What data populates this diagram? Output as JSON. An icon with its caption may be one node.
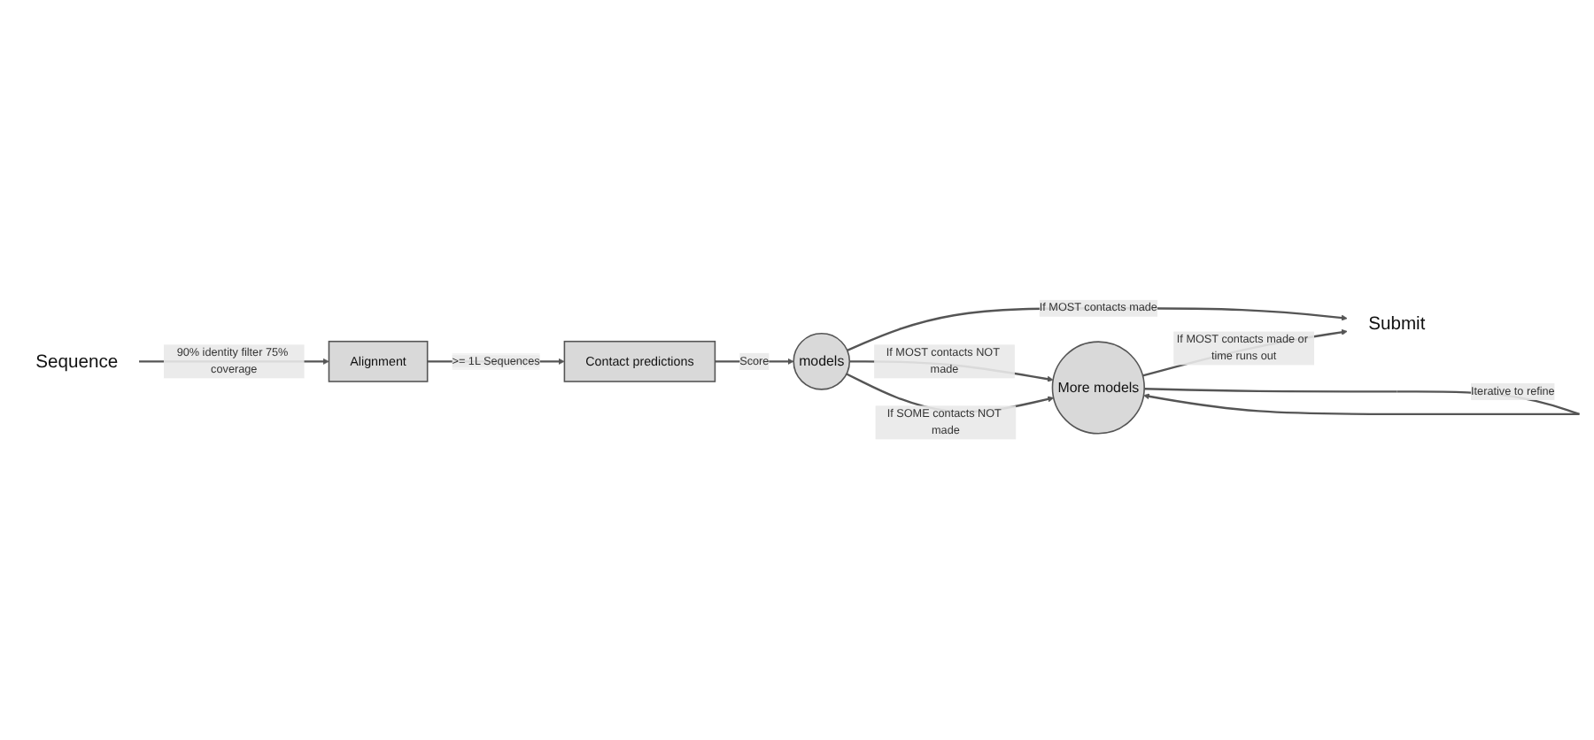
{
  "diagram": {
    "nodes": [
      {
        "text": [
          "Sequence"
        ]
      },
      {
        "text": [
          "Alignment"
        ]
      },
      {
        "text": [
          "Contact predictions"
        ]
      },
      {
        "text": [
          "models"
        ]
      },
      {
        "text": [
          "More models"
        ]
      },
      {
        "text": [
          "Submit"
        ]
      }
    ],
    "edges": [
      {
        "from": 0,
        "to": 1,
        "arrow": "to",
        "label": "90% identity filter 75% coverage"
      },
      {
        "from": 1,
        "to": 2,
        "arrow": "to",
        "label": ">= 1L Sequences"
      },
      {
        "from": 2,
        "to": 3,
        "arrow": "to",
        "label": "Score"
      },
      {
        "from": 3,
        "to": 5,
        "arrow": "to",
        "label": "If MOST contacts made"
      },
      {
        "from": 3,
        "to": 4,
        "arrow": "to",
        "label": "If MOST contacts NOT made"
      },
      {
        "from": 3,
        "to": 4,
        "arrow": "to",
        "label": "If SOME contacts NOT made"
      },
      {
        "from": 4,
        "to": 5,
        "arrow": "to",
        "label": "If MOST contacts made or time runs out"
      },
      {
        "from": 4,
        "to": 4,
        "arrow": "to",
        "label": "Iterative to refine"
      }
    ]
  }
}
